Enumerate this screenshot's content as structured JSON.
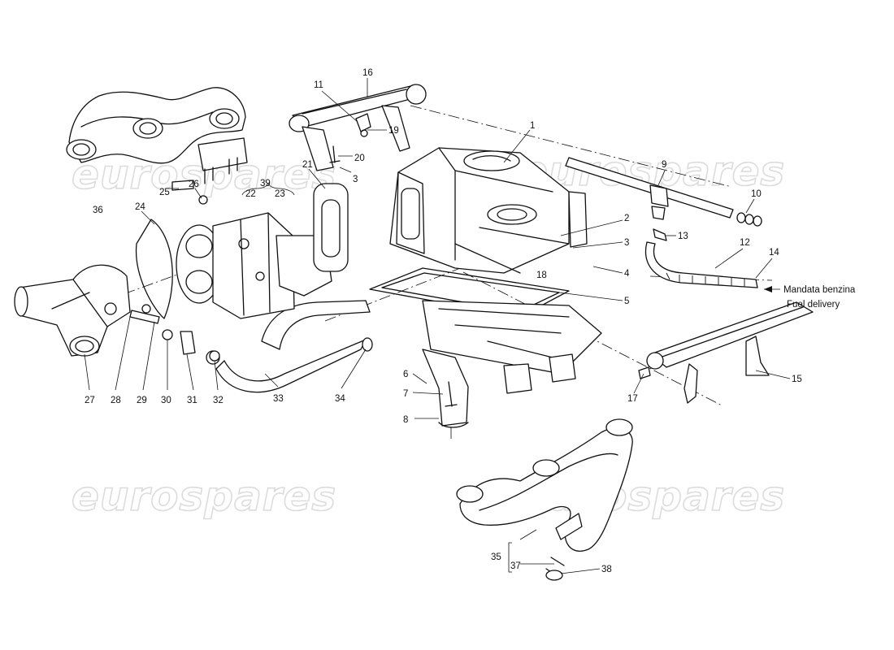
{
  "watermark": "eurospares",
  "callouts": [
    {
      "id": "1",
      "text": "1"
    },
    {
      "id": "2",
      "text": "2"
    },
    {
      "id": "3a",
      "text": "3"
    },
    {
      "id": "3b",
      "text": "3"
    },
    {
      "id": "4",
      "text": "4"
    },
    {
      "id": "5",
      "text": "5"
    },
    {
      "id": "6",
      "text": "6"
    },
    {
      "id": "7",
      "text": "7"
    },
    {
      "id": "8",
      "text": "8"
    },
    {
      "id": "9",
      "text": "9"
    },
    {
      "id": "10",
      "text": "10"
    },
    {
      "id": "11",
      "text": "11"
    },
    {
      "id": "12",
      "text": "12"
    },
    {
      "id": "13",
      "text": "13"
    },
    {
      "id": "14",
      "text": "14"
    },
    {
      "id": "15",
      "text": "15"
    },
    {
      "id": "16",
      "text": "16"
    },
    {
      "id": "17",
      "text": "17"
    },
    {
      "id": "18",
      "text": "18"
    },
    {
      "id": "19",
      "text": "19"
    },
    {
      "id": "20",
      "text": "20"
    },
    {
      "id": "21",
      "text": "21"
    },
    {
      "id": "22",
      "text": "22"
    },
    {
      "id": "23",
      "text": "23"
    },
    {
      "id": "24",
      "text": "24"
    },
    {
      "id": "25",
      "text": "25"
    },
    {
      "id": "26",
      "text": "26"
    },
    {
      "id": "27",
      "text": "27"
    },
    {
      "id": "28",
      "text": "28"
    },
    {
      "id": "29",
      "text": "29"
    },
    {
      "id": "30",
      "text": "30"
    },
    {
      "id": "31",
      "text": "31"
    },
    {
      "id": "32",
      "text": "32"
    },
    {
      "id": "33",
      "text": "33"
    },
    {
      "id": "34",
      "text": "34"
    },
    {
      "id": "35",
      "text": "35"
    },
    {
      "id": "36",
      "text": "36"
    },
    {
      "id": "37",
      "text": "37"
    },
    {
      "id": "38",
      "text": "38"
    },
    {
      "id": "39",
      "text": "39"
    }
  ],
  "fuel_note": {
    "line1": "Mandata benzina",
    "line2": "Fuel delivery"
  }
}
